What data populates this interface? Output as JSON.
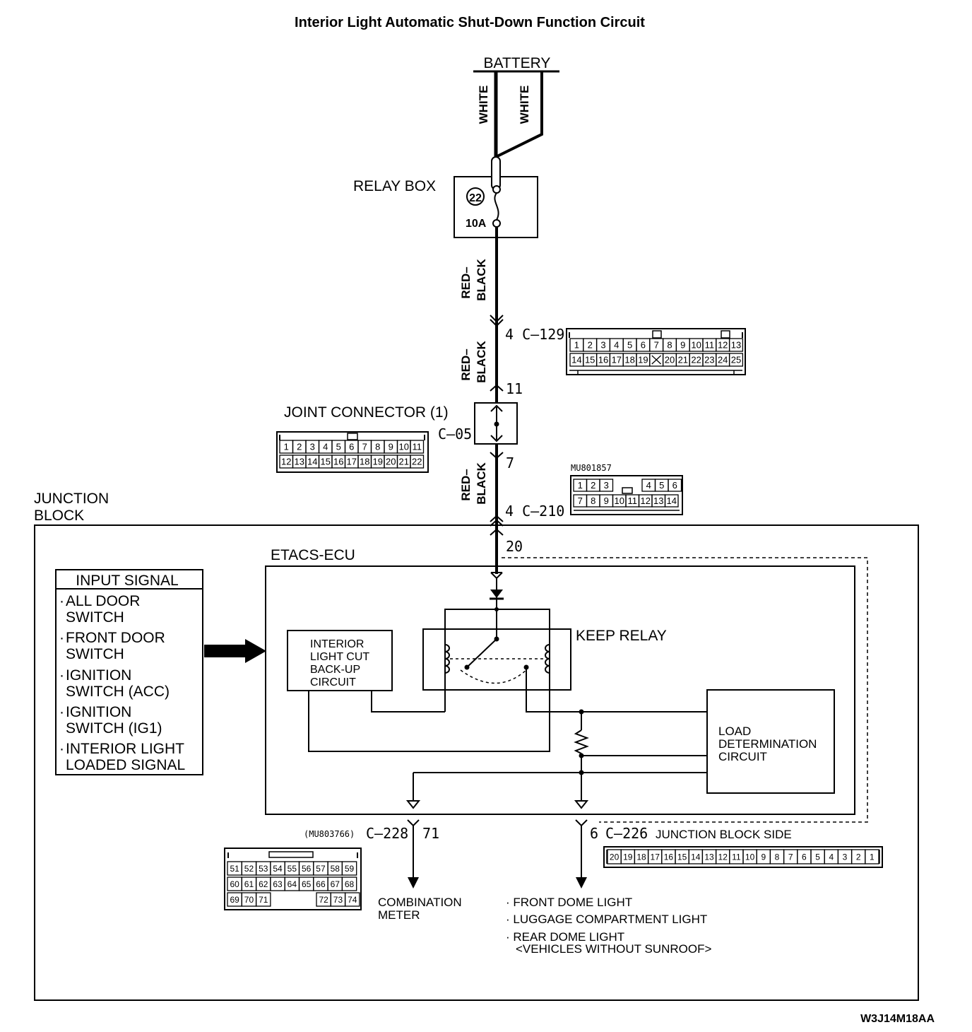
{
  "title": "Interior Light Automatic Shut-Down Function Circuit",
  "battery_label": "BATTERY",
  "wire_colors": {
    "white_left": "WHITE",
    "white_right": "WHITE",
    "red_black_upper_a": "RED–",
    "red_black_upper_b": "BLACK",
    "red_black_mid_a": "RED–",
    "red_black_mid_b": "BLACK",
    "red_black_lower_a": "RED–",
    "red_black_lower_b": "BLACK"
  },
  "relay_box": {
    "label": "RELAY BOX",
    "fuse_number": "22",
    "fuse_rating": "10A"
  },
  "connectors": {
    "c129": {
      "label": "4  C–129",
      "row1": [
        "1",
        "2",
        "3",
        "4",
        "5",
        "6",
        "7",
        "8",
        "9",
        "10",
        "11",
        "12",
        "13"
      ],
      "row2": [
        "14",
        "15",
        "16",
        "17",
        "18",
        "19",
        "",
        "20",
        "21",
        "22",
        "23",
        "24",
        "25"
      ]
    },
    "pin_11": "11",
    "joint": {
      "label": "JOINT CONNECTOR (1)",
      "code": "C–05",
      "row1": [
        "1",
        "2",
        "3",
        "4",
        "5",
        "6",
        "7",
        "8",
        "9",
        "10",
        "11"
      ],
      "row2": [
        "12",
        "13",
        "14",
        "15",
        "16",
        "17",
        "18",
        "19",
        "20",
        "21",
        "22"
      ]
    },
    "pin_7": "7",
    "mu801857": {
      "part": "MU801857",
      "row1": [
        "1",
        "2",
        "3",
        "4",
        "5",
        "6"
      ],
      "row2": [
        "7",
        "8",
        "9",
        "10",
        "11",
        "12",
        "13",
        "14"
      ]
    },
    "c210": "4  C–210",
    "pin_20": "20",
    "c228": {
      "label": "C–228",
      "pin": "71",
      "part": "(MU803766)",
      "row1": [
        "51",
        "52",
        "53",
        "54",
        "55",
        "56",
        "57",
        "58",
        "59"
      ],
      "row2": [
        "60",
        "61",
        "62",
        "63",
        "64",
        "65",
        "66",
        "67",
        "68"
      ],
      "row3": [
        "69",
        "70",
        "71",
        "72",
        "73",
        "74"
      ]
    },
    "c226": {
      "pin": "6",
      "label": "C–226",
      "side": "JUNCTION BLOCK SIDE",
      "row": [
        "20",
        "19",
        "18",
        "17",
        "16",
        "15",
        "14",
        "13",
        "12",
        "11",
        "10",
        "9",
        "8",
        "7",
        "6",
        "5",
        "4",
        "3",
        "2",
        "1"
      ]
    }
  },
  "junction_block": {
    "line1": "JUNCTION",
    "line2": "BLOCK"
  },
  "etacs_label": "ETACS-ECU",
  "input_signal": {
    "header": "INPUT SIGNAL",
    "items": [
      [
        "ALL DOOR",
        "SWITCH"
      ],
      [
        "FRONT DOOR",
        "SWITCH"
      ],
      [
        "IGNITION",
        "SWITCH (ACC)"
      ],
      [
        "IGNITION",
        "SWITCH (IG1)"
      ],
      [
        "INTERIOR LIGHT",
        "LOADED SIGNAL"
      ]
    ]
  },
  "backup_circuit": [
    "INTERIOR",
    "LIGHT CUT",
    "BACK-UP",
    "CIRCUIT"
  ],
  "keep_relay": "KEEP RELAY",
  "load_circuit": [
    "LOAD",
    "DETERMINATION",
    "CIRCUIT"
  ],
  "outputs": {
    "combination": [
      "COMBINATION",
      "METER"
    ],
    "lights": [
      "· FRONT DOME LIGHT",
      "· LUGGAGE COMPARTMENT LIGHT",
      "· REAR DOME LIGHT",
      "<VEHICLES WITHOUT SUNROOF>"
    ]
  },
  "figure_code": "W3J14M18AA"
}
